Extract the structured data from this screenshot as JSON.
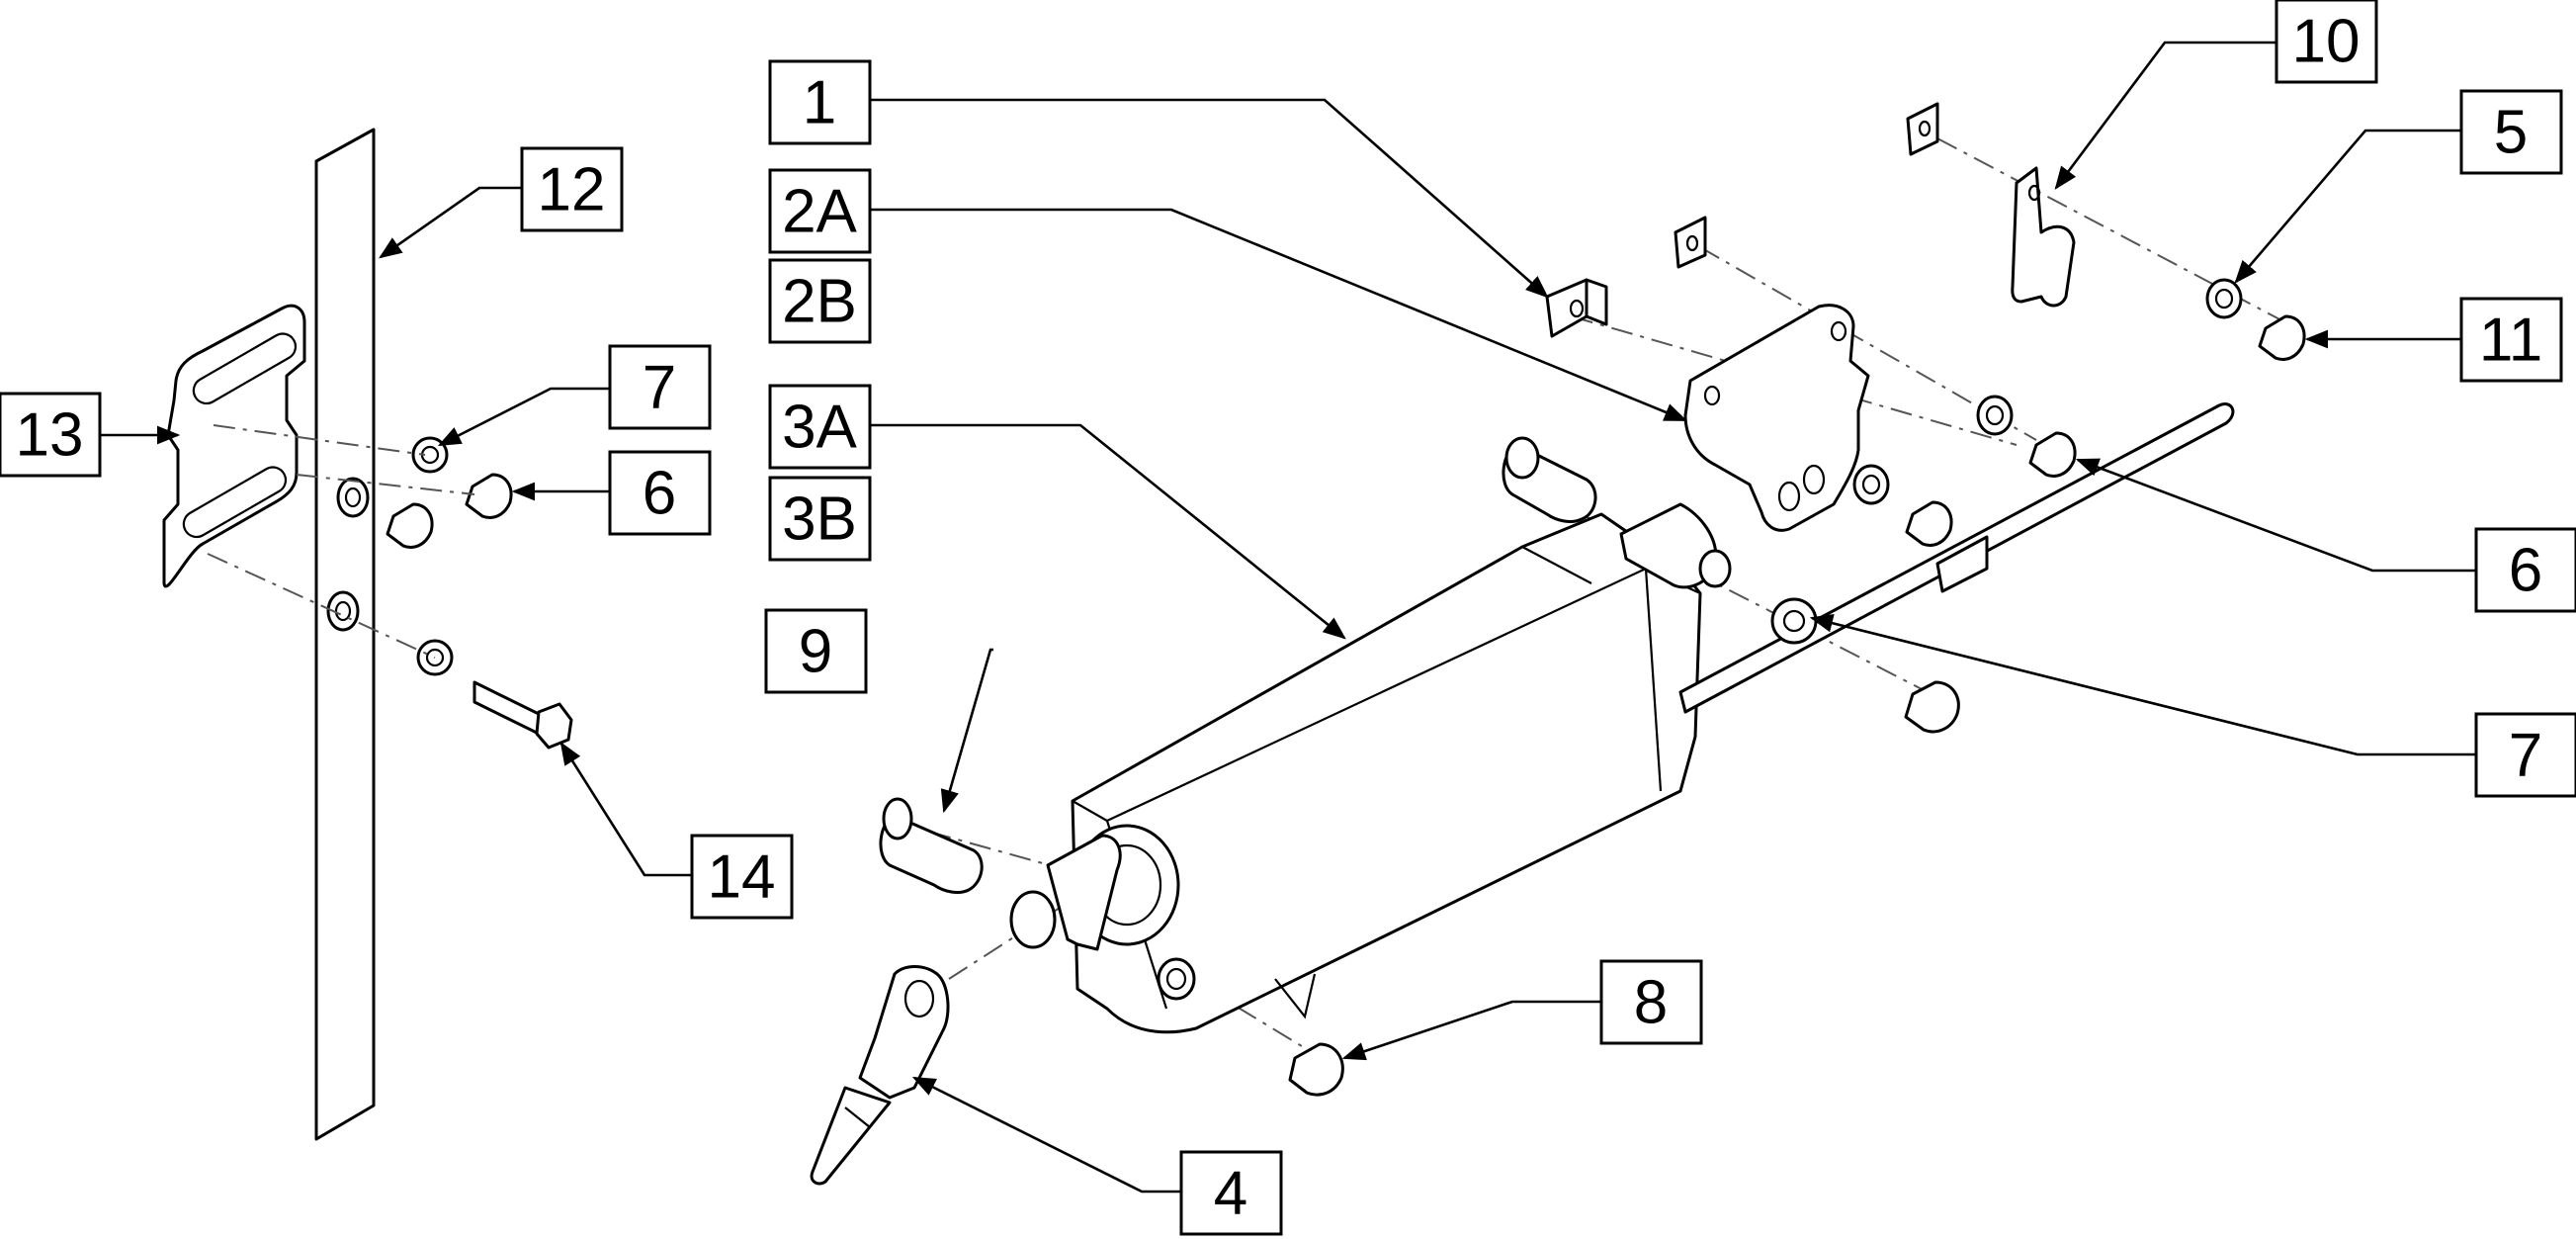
{
  "diagram": {
    "colors": {
      "line": "#000000",
      "background": "#ffffff"
    },
    "callouts": [
      {
        "id": "c1",
        "label": "1"
      },
      {
        "id": "c2a",
        "label": "2A"
      },
      {
        "id": "c2b",
        "label": "2B"
      },
      {
        "id": "c3a",
        "label": "3A"
      },
      {
        "id": "c3b",
        "label": "3B"
      },
      {
        "id": "c4",
        "label": "4"
      },
      {
        "id": "c5",
        "label": "5"
      },
      {
        "id": "c6a",
        "label": "6"
      },
      {
        "id": "c6b",
        "label": "6"
      },
      {
        "id": "c7a",
        "label": "7"
      },
      {
        "id": "c7b",
        "label": "7"
      },
      {
        "id": "c8",
        "label": "8"
      },
      {
        "id": "c9",
        "label": "9"
      },
      {
        "id": "c10",
        "label": "10"
      },
      {
        "id": "c11",
        "label": "11"
      },
      {
        "id": "c12",
        "label": "12"
      },
      {
        "id": "c13",
        "label": "13"
      },
      {
        "id": "c14",
        "label": "14"
      }
    ]
  }
}
